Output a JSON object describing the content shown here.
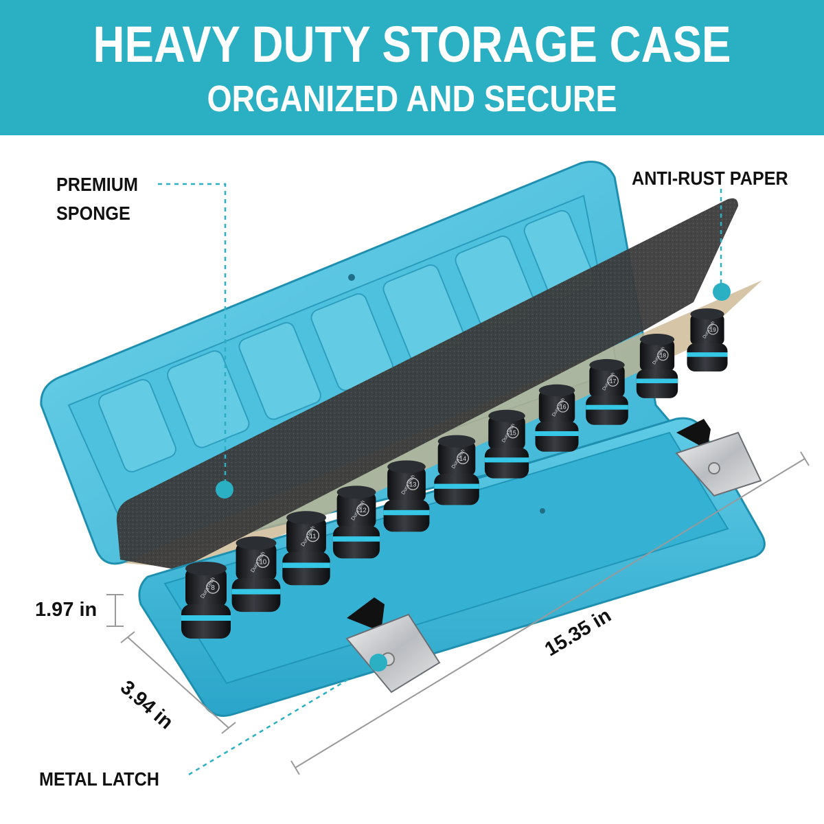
{
  "banner": {
    "title": "HEAVY DUTY STORAGE CASE",
    "subtitle": "ORGANIZED AND SECURE"
  },
  "callouts": {
    "premium_sponge_line1": "PREMIUM",
    "premium_sponge_line2": "SPONGE",
    "anti_rust_paper": "ANTI-RUST PAPER",
    "metal_latch": "METAL LATCH"
  },
  "dimensions": {
    "height": "1.97 in",
    "width": "3.94 in",
    "length": "15.35 in"
  },
  "brand": "DuraTech",
  "socket_sizes": [
    "8",
    "10",
    "11",
    "12",
    "13",
    "14",
    "15",
    "16",
    "17",
    "18",
    "19"
  ],
  "colors": {
    "banner": "#2aafc3",
    "case": "#3db8d6",
    "case_dark": "#1f8fb0",
    "sponge": "#3a3a3a",
    "paper": "#c9b28a",
    "socket": "#1c1e22",
    "socket_band": "#36c6e6",
    "dot": "#2aafc3"
  }
}
